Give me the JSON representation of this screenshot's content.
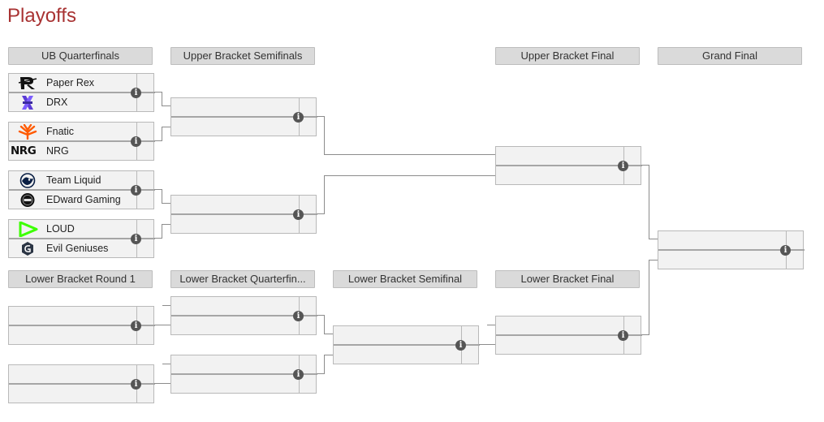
{
  "page": {
    "title": "Playoffs"
  },
  "headers": {
    "ub_qf": "UB Quarterfinals",
    "ub_sf": "Upper Bracket Semifinals",
    "ub_final": "Upper Bracket Final",
    "grand_final": "Grand Final",
    "lb_r1": "Lower Bracket Round 1",
    "lb_qf": "Lower Bracket Quarterfin...",
    "lb_sf": "Lower Bracket Semifinal",
    "lb_final": "Lower Bracket Final"
  },
  "ub_qf": [
    {
      "top": "Paper Rex",
      "bottom": "DRX",
      "top_logo": "paper-rex-logo-icon",
      "bottom_logo": "drx-logo-icon"
    },
    {
      "top": "Fnatic",
      "bottom": "NRG",
      "top_logo": "fnatic-logo-icon",
      "bottom_logo": "nrg-logo-icon"
    },
    {
      "top": "Team Liquid",
      "bottom": "EDward Gaming",
      "top_logo": "team-liquid-logo-icon",
      "bottom_logo": "edward-gaming-logo-icon"
    },
    {
      "top": "LOUD",
      "bottom": "Evil Geniuses",
      "top_logo": "loud-logo-icon",
      "bottom_logo": "evil-geniuses-logo-icon"
    }
  ],
  "nrg_logo_text": "NRG",
  "info_glyph": "i",
  "colors": {
    "title": "#a83232",
    "header_bg": "#dadada",
    "match_bg": "#f2f2f2",
    "fnatic": "#ff5a00",
    "loud": "#3cff00",
    "drx": "#5b3bd6"
  }
}
